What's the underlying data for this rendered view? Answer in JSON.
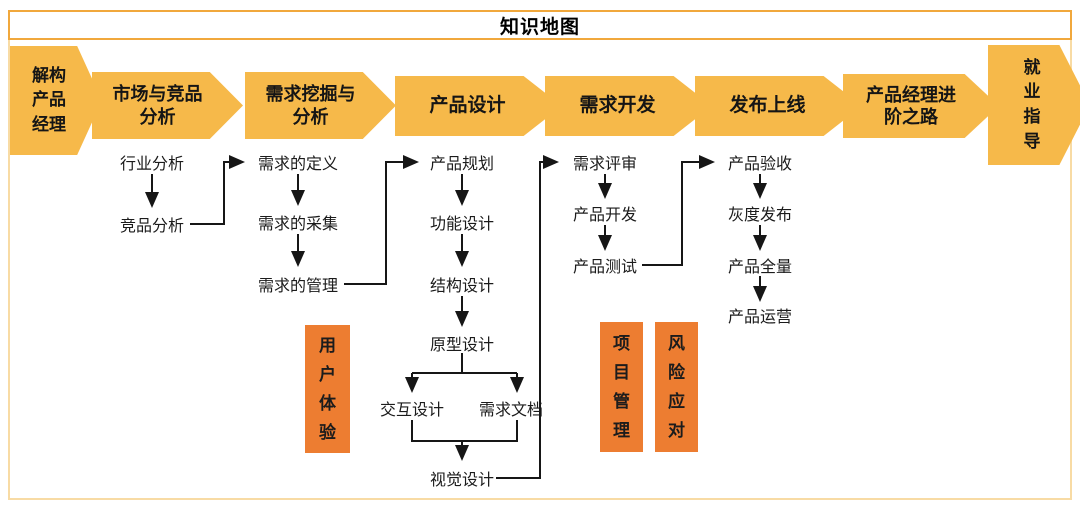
{
  "title": "知识地图",
  "main_flow": {
    "deconstruct_pm": "解构\n产品\n经理",
    "market_competitor_analysis": "市场与竞品\n分析",
    "demand_mining_analysis": "需求挖掘与\n分析",
    "product_design": "产品设计",
    "demand_development": "需求开发",
    "release_launch": "发布上线",
    "pm_advancement": "产品经理进\n阶之路",
    "career_guidance": "就\n业\n指\n导"
  },
  "steps": {
    "industry_analysis": "行业分析",
    "competitor_analysis": "竞品分析",
    "req_definition": "需求的定义",
    "req_collection": "需求的采集",
    "req_management": "需求的管理",
    "product_planning": "产品规划",
    "function_design": "功能设计",
    "structure_design": "结构设计",
    "prototype_design": "原型设计",
    "interaction_design": "交互设计",
    "req_document": "需求文档",
    "visual_design": "视觉设计",
    "req_review": "需求评审",
    "product_development": "产品开发",
    "product_testing": "产品测试",
    "product_acceptance": "产品验收",
    "gray_release": "灰度发布",
    "product_full_release": "产品全量",
    "product_operation": "产品运营"
  },
  "side_boxes": {
    "user_experience": "用\n户\n体\n验",
    "project_management": "项\n目\n管\n理",
    "risk_response": "风\n险\n应\n对"
  },
  "colors": {
    "chevron": "#F6B94A",
    "side_box": "#ED7D31",
    "title_frame": "#F1A83C",
    "content_frame": "#F8DBA4",
    "connector": "#161616"
  }
}
